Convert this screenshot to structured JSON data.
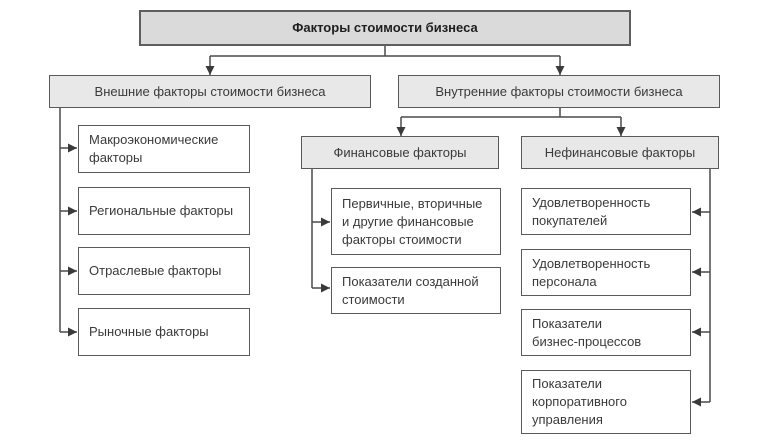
{
  "diagram": {
    "title": "Факторы стоимости бизнеса",
    "external": {
      "label": "Внешние факторы стоимости бизнеса",
      "items": [
        "Макроэкономические\nфакторы",
        "Региональные факторы",
        "Отраслевые факторы",
        "Рыночные факторы"
      ]
    },
    "internal": {
      "label": "Внутренние факторы стоимости бизнеса",
      "financial": {
        "label": "Финансовые факторы",
        "items": [
          "Первичные, вторичные\nи другие финансовые\nфакторы стоимости",
          "Показатели созданной\nстоимости"
        ]
      },
      "nonfinancial": {
        "label": "Нефинансовые факторы",
        "items": [
          "Удовлетворенность\nпокупателей",
          "Удовлетворенность\nперсонала",
          "Показатели\nбизнес-процессов",
          "Показатели\nкорпоративного\nуправления"
        ]
      }
    }
  },
  "colors": {
    "line": "#4a4a4a",
    "root_fill": "#dadada",
    "category_fill": "#e8e8e8",
    "leaf_fill": "#ffffff"
  }
}
